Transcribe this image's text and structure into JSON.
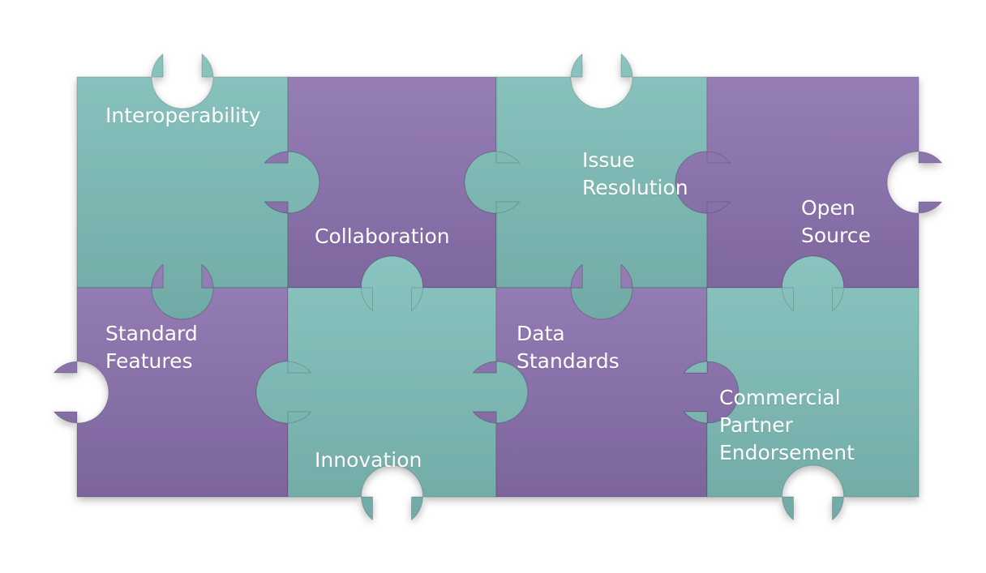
{
  "colors": {
    "teal": "#7dbdb8",
    "purple": "#8a6fae",
    "label": "#ffffff",
    "background": "#ffffff"
  },
  "pieces": [
    {
      "id": "interoperability",
      "color": "teal",
      "lines": [
        "Interoperability"
      ]
    },
    {
      "id": "collaboration",
      "color": "purple",
      "lines": [
        "Collaboration"
      ]
    },
    {
      "id": "issue-resolution",
      "color": "teal",
      "lines": [
        "Issue",
        "Resolution"
      ]
    },
    {
      "id": "open-source",
      "color": "purple",
      "lines": [
        "Open",
        "Source"
      ]
    },
    {
      "id": "standard-features",
      "color": "purple",
      "lines": [
        "Standard",
        "Features"
      ]
    },
    {
      "id": "innovation",
      "color": "teal",
      "lines": [
        "Innovation"
      ]
    },
    {
      "id": "data-standards",
      "color": "purple",
      "lines": [
        "Data",
        "Standards"
      ]
    },
    {
      "id": "commercial-partner-endorsement",
      "color": "teal",
      "lines": [
        "Commercial",
        "Partner",
        "Endorsement"
      ]
    }
  ]
}
